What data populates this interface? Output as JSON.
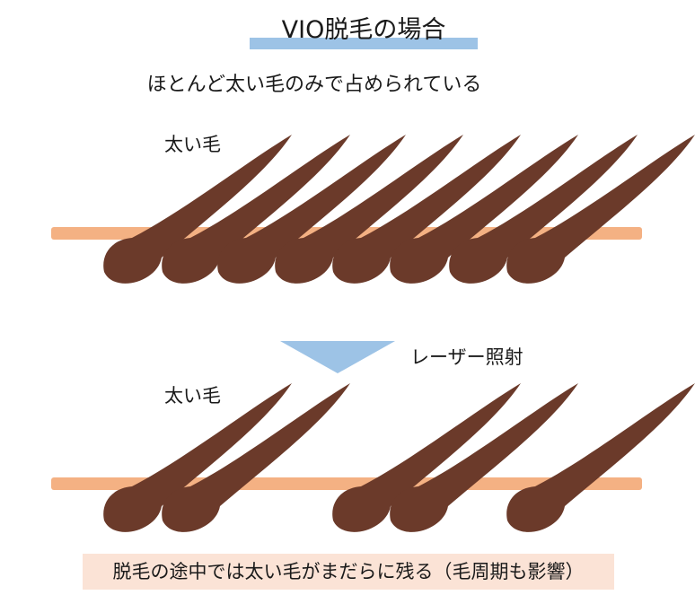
{
  "title": "VIO脱毛の場合",
  "subtitle": "ほとんど太い毛のみで占められている",
  "top_panel": {
    "hair_label": "太い毛",
    "hair_count": 8
  },
  "arrow_label": "レーザー照射",
  "bottom_panel": {
    "hair_label": "太い毛",
    "hair_count": 5
  },
  "footer_note": "脱毛の途中では太い毛がまだらに残る（毛周期も影響）",
  "colors": {
    "hair": "#6b3a2a",
    "skin": "#f4b183",
    "accent": "#9dc3e6",
    "note_bg": "#fbe3d6"
  },
  "icons": {
    "arrow": "down-triangle-arrow-icon"
  }
}
